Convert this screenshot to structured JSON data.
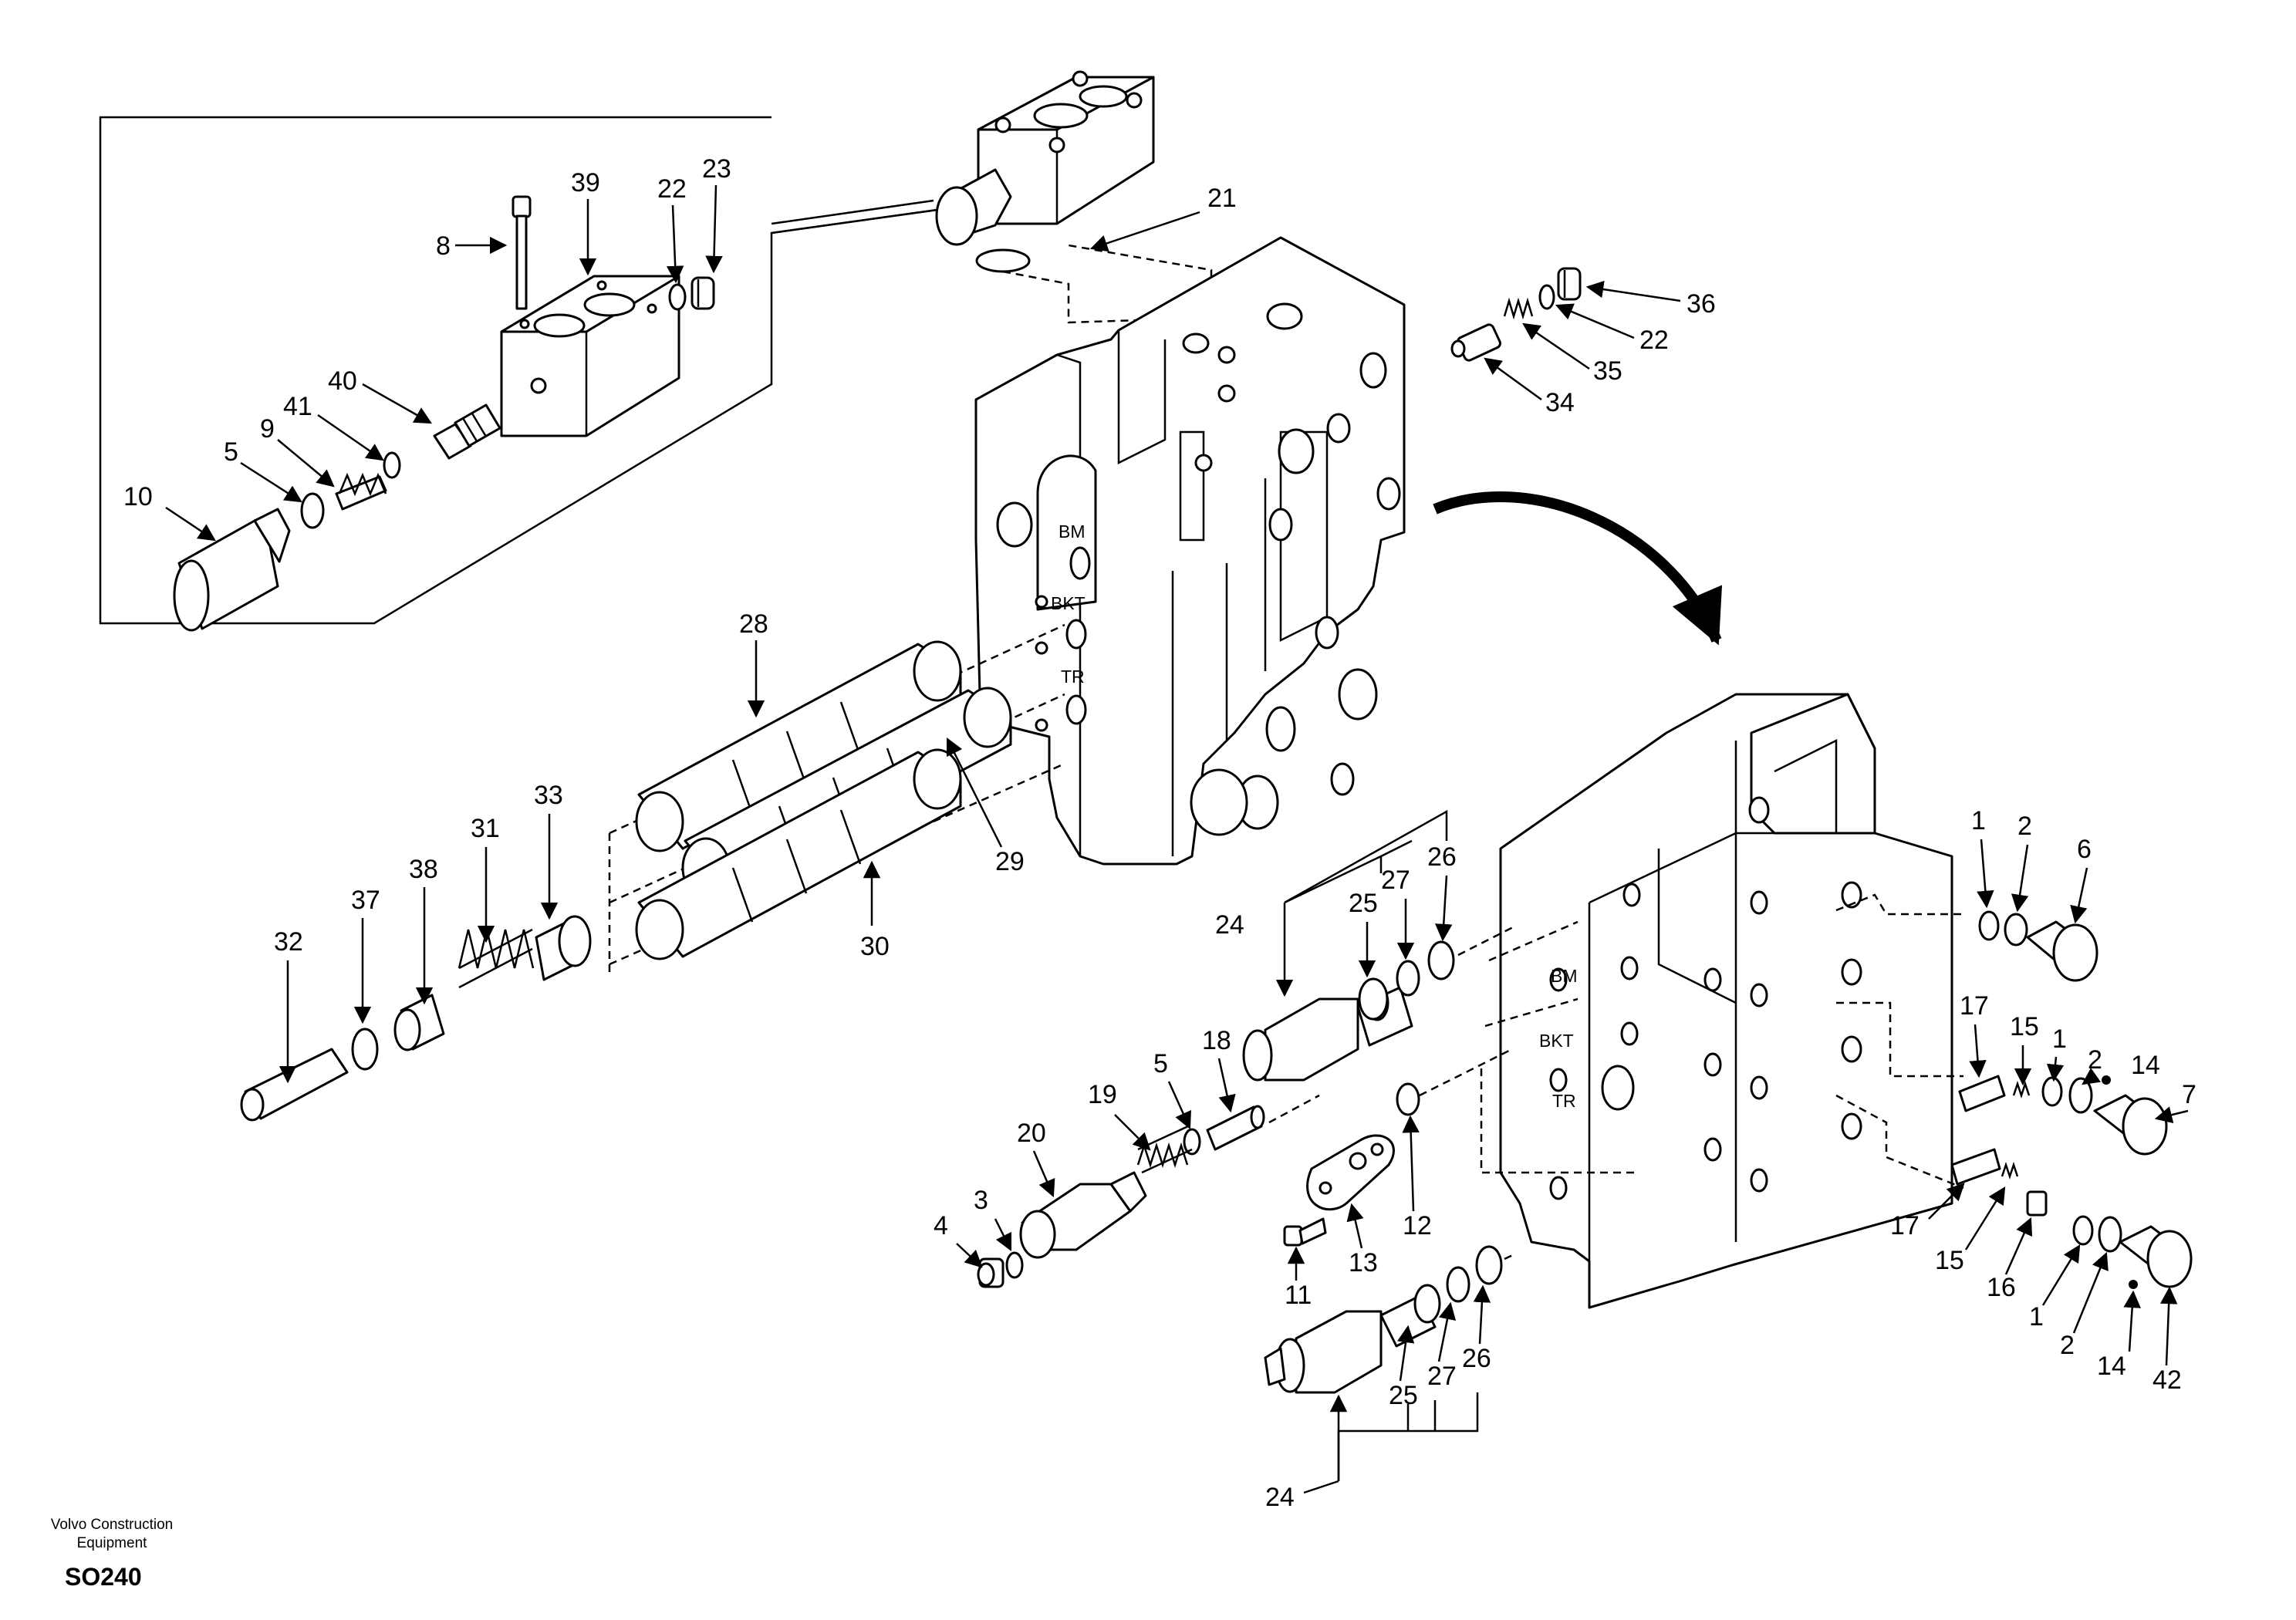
{
  "footer": {
    "brand_line1": "Volvo Construction",
    "brand_line2": "Equipment",
    "drawing_code": "SO240"
  },
  "port_labels": {
    "rear": [
      "BM",
      "BKT",
      "TR"
    ],
    "front": [
      "BM",
      "BKT",
      "TR"
    ]
  },
  "callouts": {
    "inset": [
      "8",
      "39",
      "22",
      "23",
      "40",
      "41",
      "9",
      "5",
      "10"
    ],
    "upper_block": [
      "21",
      "36",
      "22",
      "35",
      "34"
    ],
    "spools": [
      "28",
      "29",
      "30"
    ],
    "spool_end": [
      "32",
      "37",
      "38",
      "31",
      "33"
    ],
    "relief_upper": [
      "24",
      "25",
      "27",
      "26"
    ],
    "center": [
      "18",
      "5",
      "19",
      "20",
      "3",
      "4",
      "11",
      "13",
      "12"
    ],
    "relief_lower": [
      "25",
      "27",
      "26",
      "24"
    ],
    "right_side": [
      "1",
      "2",
      "6",
      "17",
      "15",
      "1",
      "2",
      "14",
      "7",
      "17",
      "15",
      "16",
      "1",
      "2",
      "14",
      "42"
    ]
  },
  "icons": [
    "bolt-icon",
    "spring-icon",
    "o-ring-icon",
    "plug-icon",
    "spool-icon",
    "curved-arrow-icon"
  ]
}
